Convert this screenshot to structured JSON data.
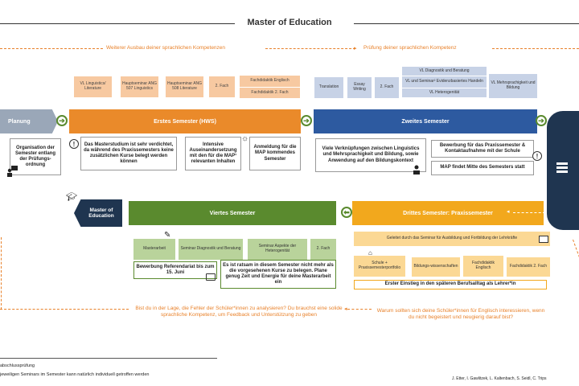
{
  "title": "Master of Education",
  "top_left_label": "Weiterer Ausbau deiner sprachlichen Kompetenzen",
  "top_right_label": "Prüfung deiner sprachlichen Kompetenz",
  "planning": {
    "label": "Planung",
    "note": "Organisation der Semester entlang der Prüfungs-ordnung"
  },
  "sem1": {
    "label": "Erstes Semester (HWS)",
    "chips": [
      "VL Linguistics/ Literature",
      "Hauptseminar ANG 507 Linguistics",
      "Hauptseminar ANG 508 Literature",
      "2. Fach"
    ],
    "chip_stack": [
      "Fachdidaktik Englisch",
      "Fachdidaktik 2. Fach"
    ],
    "notes": [
      "Das Masterstudium ist sehr verdichtet, da während des Praxissemesters keine zusätzlichen Kurse belegt werden können",
      "Intensive Auseinandersetzung mit den für die MAP¹ relevanten Inhalten",
      "Anmeldung für die MAP kommendes Semester"
    ]
  },
  "sem2": {
    "label": "Zweites Semester",
    "chips": [
      "Translation",
      "Essay Writing",
      "2. Fach"
    ],
    "chip_stack": [
      "VL Diagnostik und Beratung",
      "VL und Seminar² Evidenzbasiertes Handeln",
      "VL Heterogenität"
    ],
    "chip_right": "VL Mehrsprachigkeit und Bildung",
    "notes": [
      "Viele Verknüpfungen zwischen Linguistics und Mehrsprachigkeit und Bildung, sowie Anwendung auf den Bildungskontext",
      "Bewerbung für das Praxissemester & Kontaktaufnahme mit der Schule",
      "MAP findet Mitte des Semesters statt"
    ]
  },
  "sem3": {
    "label": "Drittes Semester: Praxissemester",
    "banner": "Geleitet durch das Seminar für Ausbildung und Fortbildung der Lehrkräfte",
    "chips": [
      "Schule + Praxissemesterportfolio",
      "Bildungs-wissenschaften",
      "Fachdidaktik Englisch",
      "Fachdidaktik 2. Fach"
    ],
    "note": "Erster Einstieg in den späteren Berufsalltag als Lehrer*in"
  },
  "sem4": {
    "label": "Viertes Semester",
    "chips": [
      "Masterarbeit",
      "Seminar Diagnostik und Beratung",
      "Seminar Aspekte der Heterogenität",
      "2. Fach"
    ],
    "notes": [
      "Bewerbung Referendariat bis zum 15. Juni",
      "Es ist ratsam in diesem Semester nicht mehr als die vorgesehenen Kurse zu belegen. Plane genug Zeit und Energie für deine Masterarbeit ein"
    ]
  },
  "end_label": "Master of Education",
  "bottom_left_text": "Bist du in der Lage, die Fehler der Schüler*innen zu analysieren? Du brauchst eine solide sprachliche Kompetenz, um Feedback und Unterstützung zu geben",
  "bottom_right_text": "Warum sollten sich deine Schüler*innen für Englisch interessieren, wenn du nicht begeistert und neugierig darauf bist?",
  "footnote1": "abschlussprüfung",
  "footnote2": "jeweiligen Seminars im Semester kann natürlich individuell getroffen werden",
  "credits": "J. Etter, I. Gawlitzek, L. Kaltenbach, S. Seidl, C. Trips",
  "colors": {
    "orange": "#ea8a2a",
    "blue": "#2d5aa0",
    "green": "#5a8a2e",
    "yellow": "#f2a81d",
    "navy": "#1f3550"
  }
}
